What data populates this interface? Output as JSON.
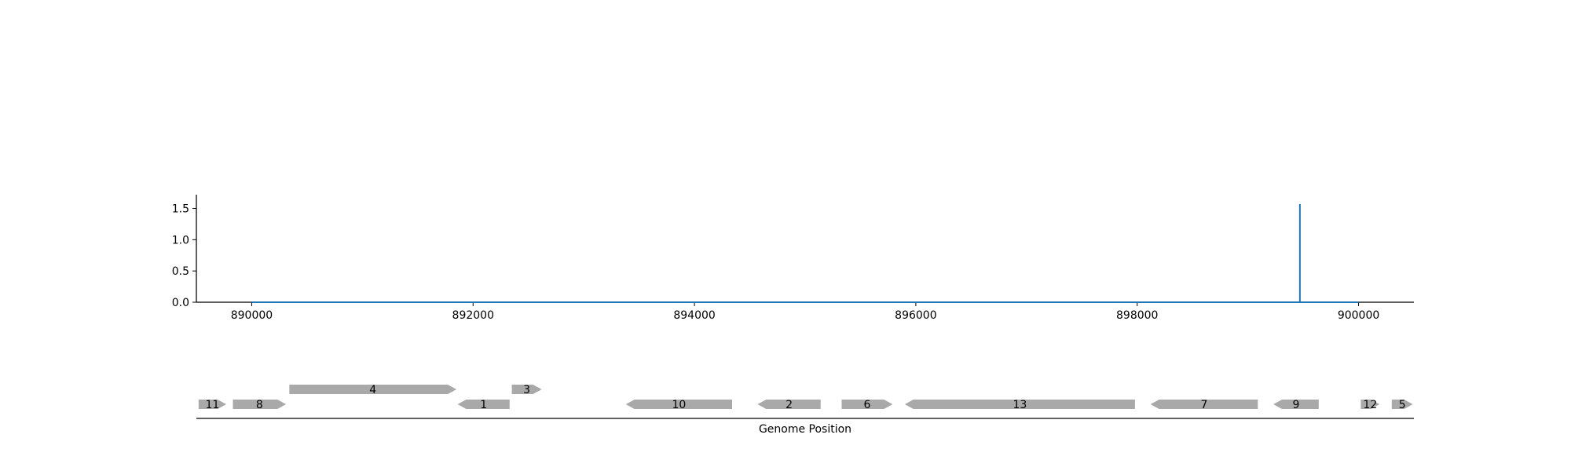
{
  "chart_data": [
    {
      "type": "line",
      "title": "",
      "xlabel": "",
      "ylabel": "",
      "xlim": [
        889500,
        900500
      ],
      "ylim": [
        0,
        1.72
      ],
      "x_ticks": [
        890000,
        892000,
        894000,
        896000,
        898000,
        900000
      ],
      "x_tick_labels": [
        "890000",
        "892000",
        "894000",
        "896000",
        "898000",
        "900000"
      ],
      "y_ticks": [
        0,
        0.5,
        1.0,
        1.5
      ],
      "y_tick_labels": [
        "0.0",
        "0.5",
        "1.0",
        "1.5"
      ],
      "grid": false,
      "series_color": "#1f77b4",
      "series": [
        {
          "x": [
            890000,
            899470,
            899470,
            899470,
            900000
          ],
          "y": [
            0,
            0,
            1.57,
            0,
            0
          ]
        }
      ]
    },
    {
      "type": "gene_track",
      "xlabel": "Genome Position",
      "xlim": [
        889500,
        900500
      ],
      "gene_color": "#a9a9a9",
      "genes": [
        {
          "label": "11",
          "start": 889520,
          "end": 889770,
          "strand": "+",
          "row": 0
        },
        {
          "label": "8",
          "start": 889830,
          "end": 890310,
          "strand": "+",
          "row": 0
        },
        {
          "label": "4",
          "start": 890340,
          "end": 891850,
          "strand": "+",
          "row": 1
        },
        {
          "label": "1",
          "start": 891860,
          "end": 892330,
          "strand": "-",
          "row": 0
        },
        {
          "label": "3",
          "start": 892350,
          "end": 892620,
          "strand": "+",
          "row": 1
        },
        {
          "label": "10",
          "start": 893380,
          "end": 894340,
          "strand": "-",
          "row": 0
        },
        {
          "label": "2",
          "start": 894570,
          "end": 895140,
          "strand": "-",
          "row": 0
        },
        {
          "label": "6",
          "start": 895330,
          "end": 895790,
          "strand": "+",
          "row": 0
        },
        {
          "label": "13",
          "start": 895900,
          "end": 897980,
          "strand": "-",
          "row": 0
        },
        {
          "label": "7",
          "start": 898120,
          "end": 899090,
          "strand": "-",
          "row": 0
        },
        {
          "label": "9",
          "start": 899230,
          "end": 899640,
          "strand": "-",
          "row": 0
        },
        {
          "label": "12",
          "start": 900020,
          "end": 900190,
          "strand": "+",
          "row": 0
        },
        {
          "label": "5",
          "start": 900300,
          "end": 900490,
          "strand": "+",
          "row": 0
        }
      ]
    }
  ]
}
